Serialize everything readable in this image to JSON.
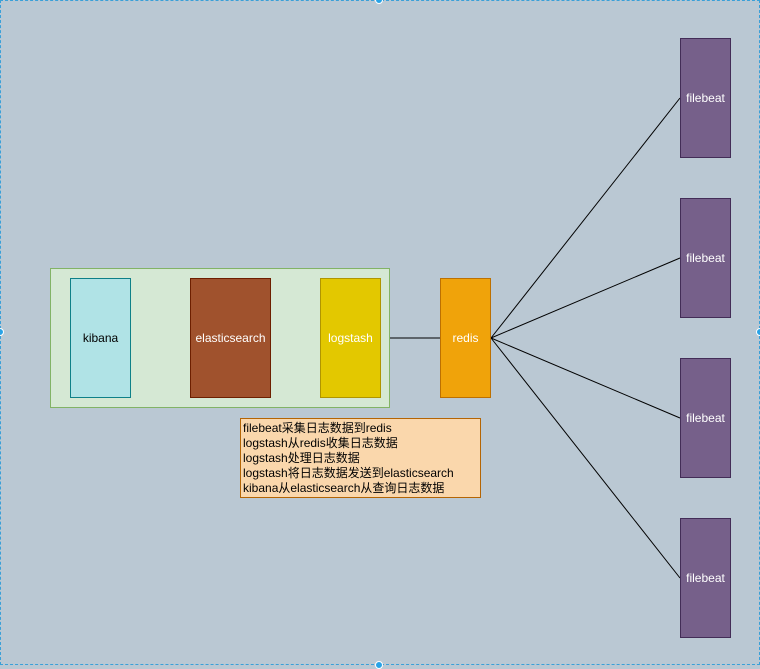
{
  "nodes": {
    "kibana": "kibana",
    "elasticsearch": "elasticsearch",
    "logstash": "logstash",
    "redis": "redis",
    "filebeats": [
      "filebeat",
      "filebeat",
      "filebeat",
      "filebeat"
    ]
  },
  "note": {
    "lines": [
      "filebeat采集日志数据到redis",
      "logstash从redis收集日志数据",
      "logstash处理日志数据",
      "logstash将日志数据发送到elasticsearch",
      "kibana从elasticsearch从查询日志数据"
    ]
  },
  "colors": {
    "background": "#bac8d3",
    "group_fill": "#d5e8d4",
    "kibana": "#b0e3e6",
    "elasticsearch": "#a0522d",
    "logstash": "#e3c800",
    "redis": "#f0a30a",
    "filebeat": "#76608a",
    "note": "#fad7ac",
    "selection": "#29a3e6"
  }
}
